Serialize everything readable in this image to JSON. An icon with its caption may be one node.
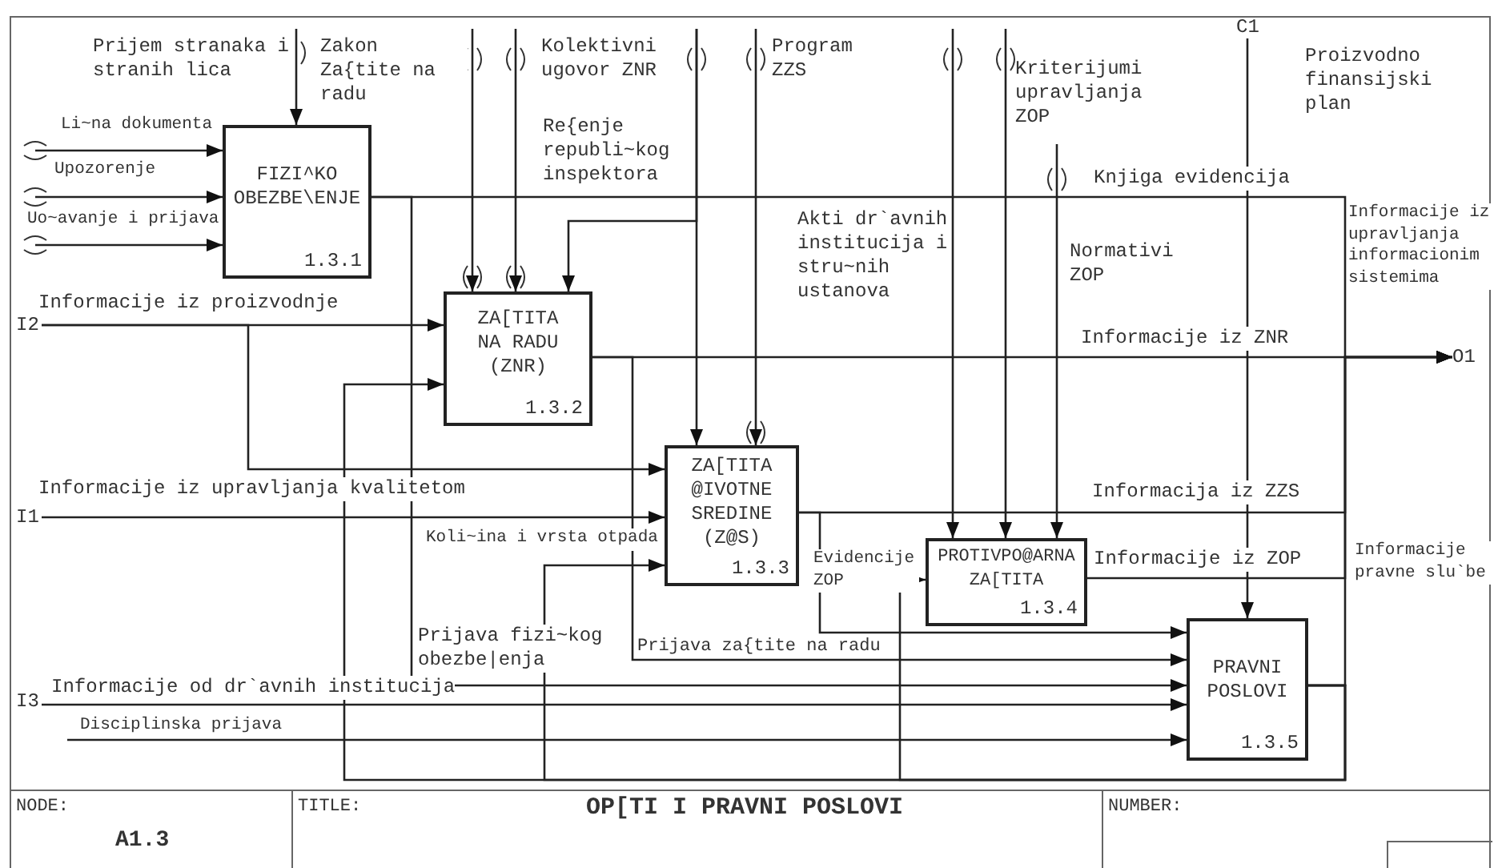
{
  "diagram": {
    "title": "OP[TI I PRAVNI POSLOVI",
    "nodes": [
      {
        "text": [
          "FIZI^KO OBEZBE\\ENJE",
          "1.3.1"
        ]
      },
      {
        "text": [
          "ZA[TITA NA RADU (ZNR)",
          "1.3.2"
        ]
      },
      {
        "text": [
          "ZA[TITA @IVOTNE SREDINE (Z@S)",
          "1.3.3"
        ]
      },
      {
        "text": [
          "PROTIVPO@ARNA ZA[TITA",
          "1.3.4"
        ]
      },
      {
        "text": [
          "PRAVNI POSLOVI",
          "1.3.5"
        ]
      },
      {
        "text": [
          "I2"
        ]
      },
      {
        "text": [
          "I1"
        ]
      },
      {
        "text": [
          "I3"
        ]
      },
      {
        "text": [
          "C1"
        ]
      },
      {
        "text": [
          "O1"
        ],
        "beside": [
          "Informacije iz upravljanja informacionim sistemima"
        ]
      }
    ],
    "edges": [
      {
        "from": null,
        "to": 0,
        "arrow": "to",
        "label": "Li~na dokumenta"
      },
      {
        "from": null,
        "to": 0,
        "arrow": "to",
        "label": "Upozorenje"
      },
      {
        "from": null,
        "to": 0,
        "arrow": "to",
        "label": "Uo~avanje i prijava"
      },
      {
        "from": null,
        "to": 0,
        "arrow": "to",
        "label": "Prijem stranaka i stranih lica"
      },
      {
        "from": null,
        "to": 1,
        "arrow": "to",
        "label": "Zakon Za{tite na radu"
      },
      {
        "from": null,
        "to": 1,
        "arrow": "to",
        "label": "Kolektivni ugovor ZNR"
      },
      {
        "from": null,
        "to": 1,
        "arrow": "to",
        "label": "Re{enje republi~kog inspektora"
      },
      {
        "from": null,
        "to": 2,
        "arrow": "to"
      },
      {
        "from": null,
        "to": 2,
        "arrow": "to",
        "label": "Program ZZS"
      },
      {
        "from": null,
        "to": 3,
        "arrow": "to",
        "label": "Akti dr`avnih institucija i stru~nih ustanova"
      },
      {
        "from": null,
        "to": 3,
        "arrow": "to",
        "label": "Kriterijumi upravljanja ZOP"
      },
      {
        "from": null,
        "to": 3,
        "arrow": "to",
        "label": "Normativi ZOP"
      },
      {
        "from": 8,
        "to": 4,
        "arrow": "to",
        "label": "Proizvodno finansijski plan"
      },
      {
        "from": 5,
        "to": 1,
        "arrow": "to",
        "label": "Informacije iz proizvodnje"
      },
      {
        "from": 5,
        "to": 2,
        "arrow": "to"
      },
      {
        "from": 6,
        "to": 2,
        "arrow": "to",
        "label": "Informacije iz upravljanja kvalitetom"
      },
      {
        "from": 7,
        "to": 4,
        "arrow": "to",
        "label": "Informacije od dr`avnih institucija"
      },
      {
        "from": null,
        "to": 4,
        "arrow": "to",
        "label": "Disciplinska prijava"
      },
      {
        "from": 0,
        "to": 9,
        "arrow": "to",
        "label": "Knjiga evidencija"
      },
      {
        "from": 0,
        "to": 4,
        "arrow": "to",
        "label": "Prijava fizi~kog obezbe|enja"
      },
      {
        "from": 1,
        "to": 9,
        "arrow": "to",
        "label": "Informacije iz ZNR"
      },
      {
        "from": 1,
        "to": 4,
        "arrow": "to",
        "label": "Prijava za{tite na radu"
      },
      {
        "from": 2,
        "to": 9,
        "arrow": "to",
        "label": "Informacija iz ZZS"
      },
      {
        "from": 2,
        "to": 4,
        "arrow": "to"
      },
      {
        "from": 3,
        "to": 9,
        "arrow": "to",
        "label": "Informacije iz ZOP"
      },
      {
        "from": 4,
        "to": 9,
        "arrow": "to",
        "label": "Informacije pravne slu`be"
      },
      {
        "from": 4,
        "to": 1,
        "arrow": "to"
      },
      {
        "from": 4,
        "to": 2,
        "arrow": "to",
        "label": "Koli~ina i vrsta otpada"
      },
      {
        "from": 4,
        "to": 3,
        "arrow": "to",
        "label": "Evidencije ZOP"
      }
    ],
    "labels": [
      "NODE:",
      "A1.3",
      "TITLE:",
      "NUMBER:"
    ]
  }
}
